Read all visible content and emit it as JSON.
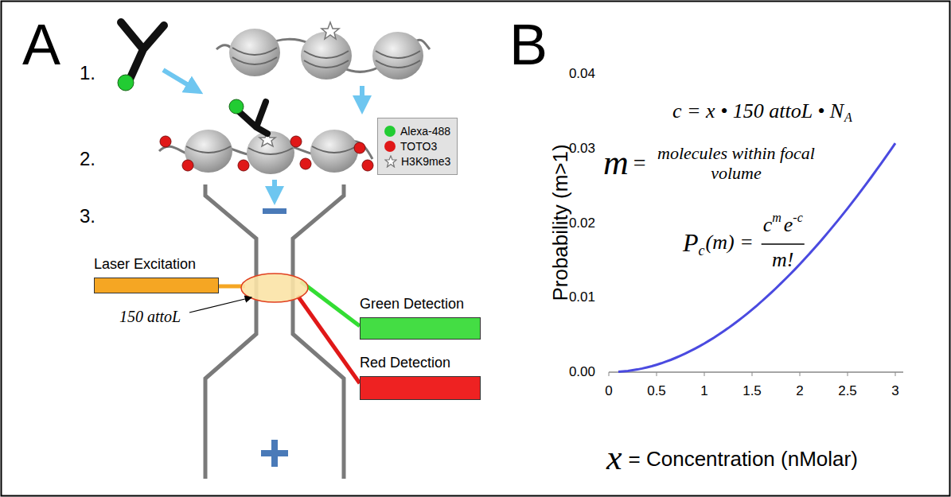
{
  "diagram": {
    "nodes": [
      {
        "text": [
          "Laser Excitation"
        ]
      },
      {
        "text": [
          "Green Detection"
        ]
      },
      {
        "text": [
          "Red Detection"
        ]
      }
    ],
    "labels": [
      "A",
      "1.",
      "2.",
      "3.",
      "150 attoL",
      "B",
      "c = x • 150 attoL • N",
      "A",
      "m",
      "=",
      "molecules within focal volume",
      "P",
      "c",
      "(m) =",
      "c",
      "m",
      "e",
      "-c",
      "m!",
      "0.04",
      "0.03",
      "0.02",
      "0.01",
      "0.00",
      "0",
      "0.5",
      "1",
      "1.5",
      "2",
      "2.5",
      "3",
      "Probability (m>1)",
      "x",
      "= Concentration (nMolar)"
    ],
    "legend": [
      {
        "text": "Alexa-488",
        "color": "#22cc33"
      },
      {
        "text": "TOTO3",
        "color": "#e01818"
      },
      {
        "text": "H3K9me3"
      }
    ]
  }
}
